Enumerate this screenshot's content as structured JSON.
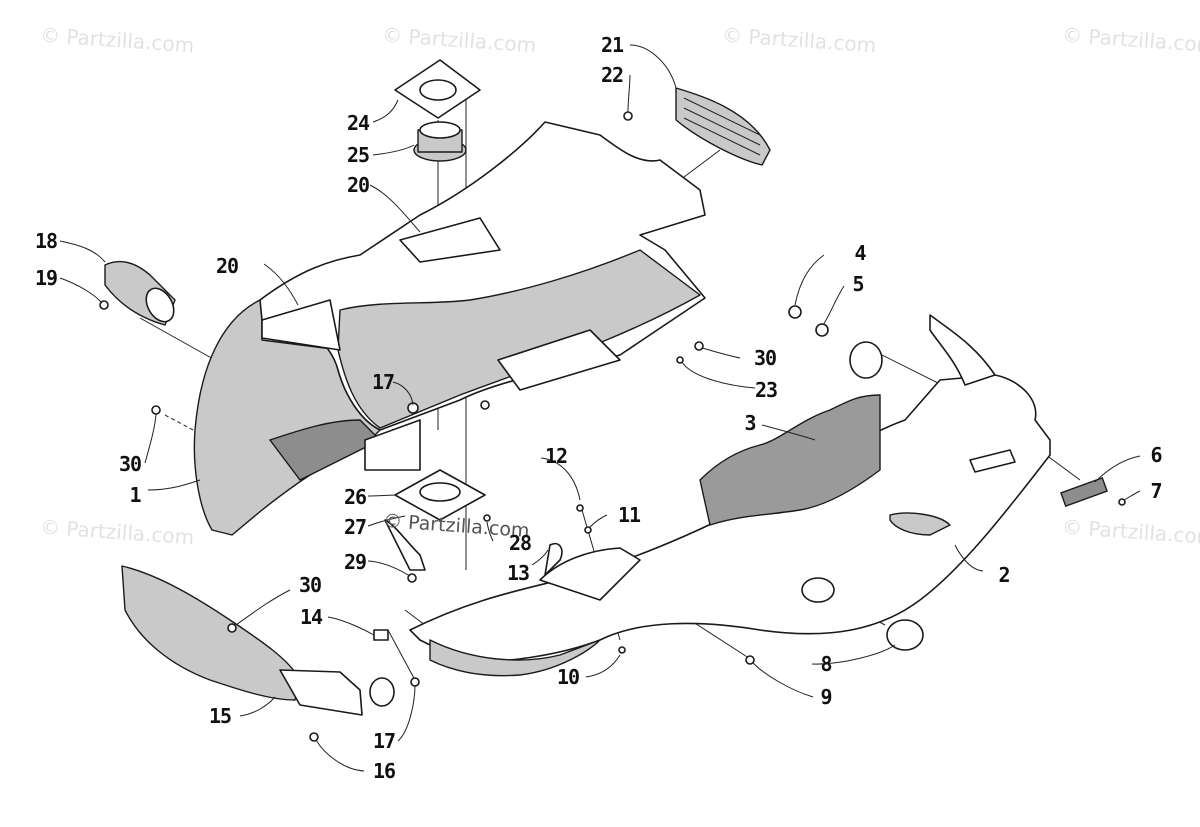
{
  "watermark": {
    "text": "© Partzilla.com",
    "center_text": "© Partzilla.com"
  },
  "callouts": [
    {
      "id": "c1",
      "text": "1"
    },
    {
      "id": "c2",
      "text": "2"
    },
    {
      "id": "c3",
      "text": "3"
    },
    {
      "id": "c4",
      "text": "4"
    },
    {
      "id": "c5",
      "text": "5"
    },
    {
      "id": "c6",
      "text": "6"
    },
    {
      "id": "c7",
      "text": "7"
    },
    {
      "id": "c8",
      "text": "8"
    },
    {
      "id": "c9",
      "text": "9"
    },
    {
      "id": "c10",
      "text": "10"
    },
    {
      "id": "c11",
      "text": "11"
    },
    {
      "id": "c12",
      "text": "12"
    },
    {
      "id": "c13",
      "text": "13"
    },
    {
      "id": "c14",
      "text": "14"
    },
    {
      "id": "c15",
      "text": "15"
    },
    {
      "id": "c16",
      "text": "16"
    },
    {
      "id": "c17a",
      "text": "17"
    },
    {
      "id": "c17b",
      "text": "17"
    },
    {
      "id": "c18",
      "text": "18"
    },
    {
      "id": "c19",
      "text": "19"
    },
    {
      "id": "c20a",
      "text": "20"
    },
    {
      "id": "c20b",
      "text": "20"
    },
    {
      "id": "c21",
      "text": "21"
    },
    {
      "id": "c22",
      "text": "22"
    },
    {
      "id": "c23",
      "text": "23"
    },
    {
      "id": "c24",
      "text": "24"
    },
    {
      "id": "c25",
      "text": "25"
    },
    {
      "id": "c26",
      "text": "26"
    },
    {
      "id": "c27",
      "text": "27"
    },
    {
      "id": "c28",
      "text": "28"
    },
    {
      "id": "c29",
      "text": "29"
    },
    {
      "id": "c30a",
      "text": "30"
    },
    {
      "id": "c30b",
      "text": "30"
    },
    {
      "id": "c30c",
      "text": "30"
    }
  ]
}
